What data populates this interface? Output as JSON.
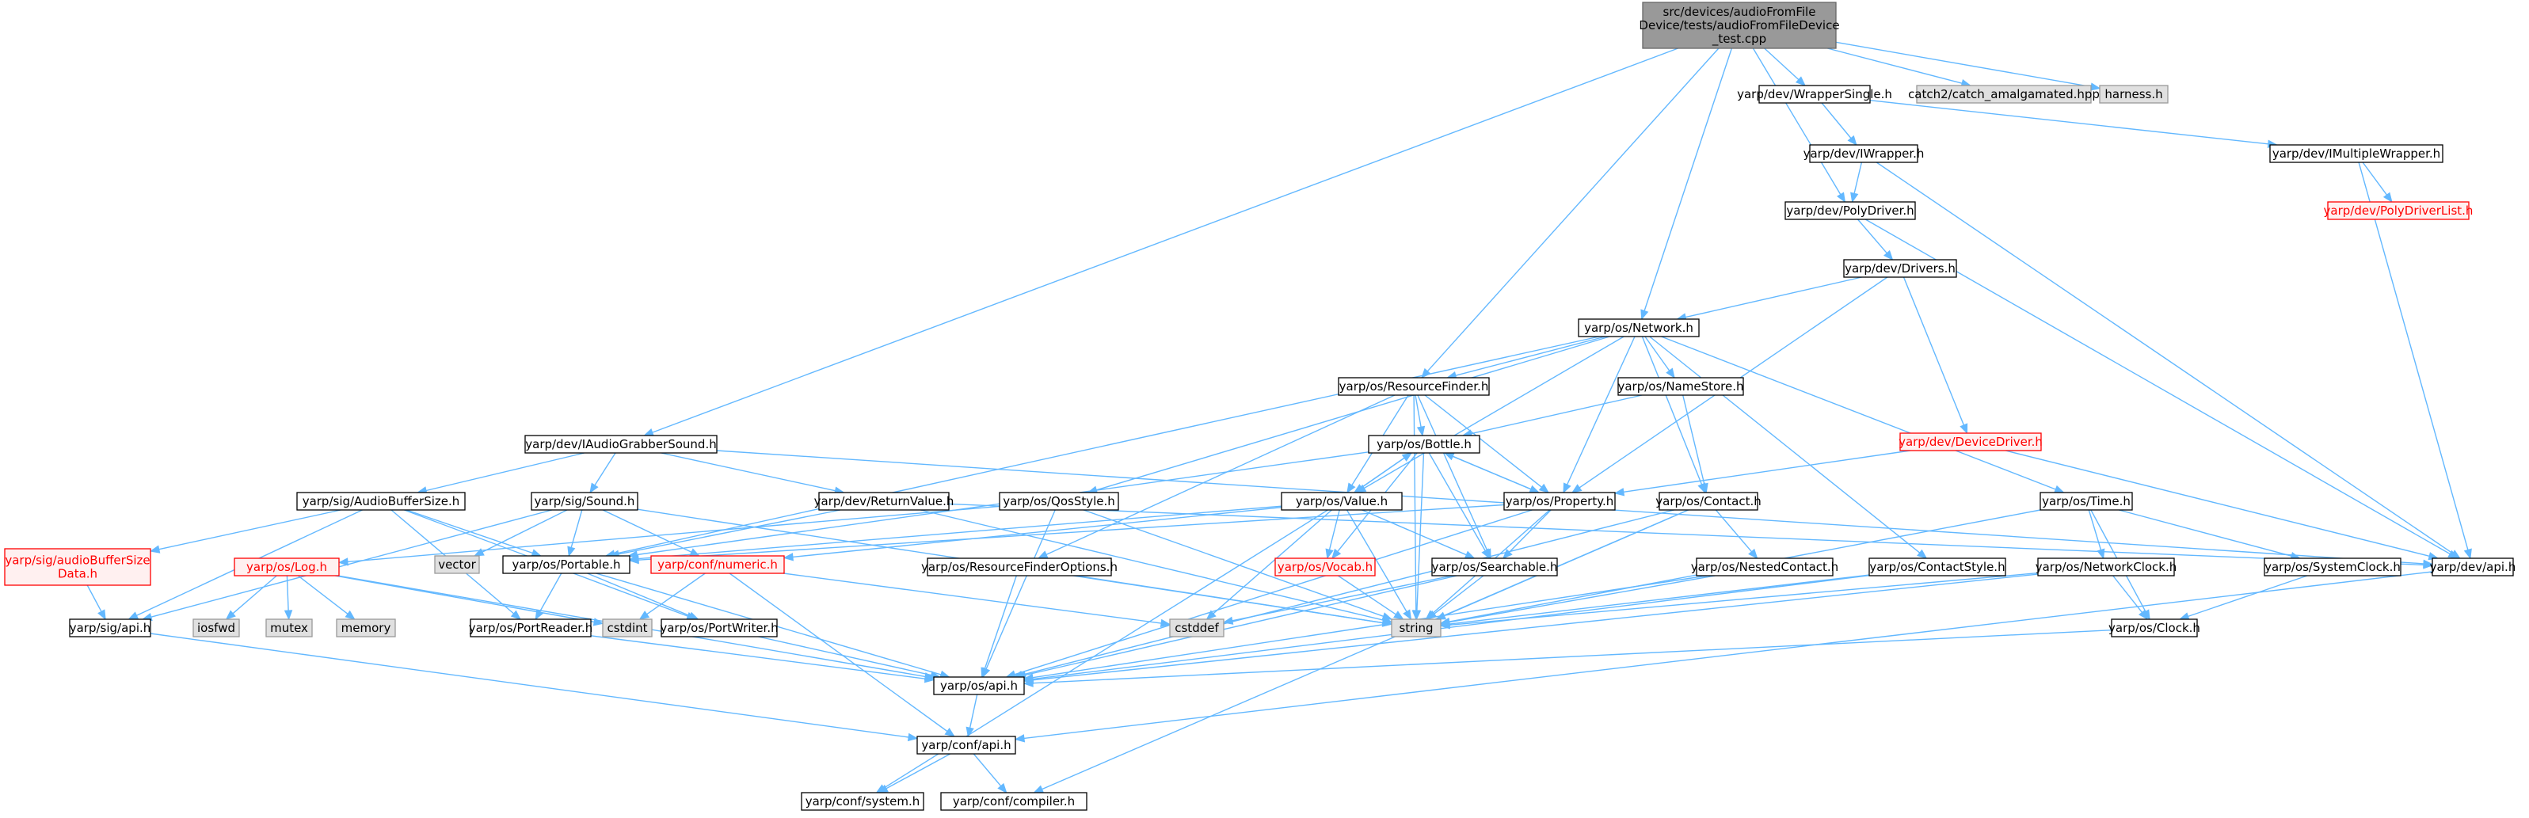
{
  "graph_title": "",
  "colors": {
    "edge": "#63b8ff",
    "root_fill": "#999999",
    "root_border": "#666666",
    "node_fill": "#ffffff",
    "node_border": "#000000",
    "external_fill": "#e0e0e0",
    "external_border": "#999999",
    "truncated_fill": "#fff0f0",
    "truncated_border": "#ff0000",
    "truncated_text": "#ff0000"
  },
  "nodes": [
    {
      "id": "root",
      "lines": [
        "src/devices/audioFromFile",
        "Device/tests/audioFromFileDevice",
        "_test.cpp"
      ],
      "kind": "root"
    },
    {
      "id": "wrappersingle",
      "lines": [
        "yarp/dev/WrapperSingle.h"
      ],
      "kind": "normal"
    },
    {
      "id": "catch2",
      "lines": [
        "catch2/catch_amalgamated.hpp"
      ],
      "kind": "external"
    },
    {
      "id": "harness",
      "lines": [
        "harness.h"
      ],
      "kind": "external"
    },
    {
      "id": "iwrapper",
      "lines": [
        "yarp/dev/IWrapper.h"
      ],
      "kind": "normal"
    },
    {
      "id": "imultiplewrapper",
      "lines": [
        "yarp/dev/IMultipleWrapper.h"
      ],
      "kind": "normal"
    },
    {
      "id": "polydriverlist",
      "lines": [
        "yarp/dev/PolyDriverList.h"
      ],
      "kind": "truncated"
    },
    {
      "id": "polydriver",
      "lines": [
        "yarp/dev/PolyDriver.h"
      ],
      "kind": "normal"
    },
    {
      "id": "drivers",
      "lines": [
        "yarp/dev/Drivers.h"
      ],
      "kind": "normal"
    },
    {
      "id": "network",
      "lines": [
        "yarp/os/Network.h"
      ],
      "kind": "normal"
    },
    {
      "id": "resourcefinder",
      "lines": [
        "yarp/os/ResourceFinder.h"
      ],
      "kind": "normal"
    },
    {
      "id": "namestore",
      "lines": [
        "yarp/os/NameStore.h"
      ],
      "kind": "normal"
    },
    {
      "id": "iaudiograbber",
      "lines": [
        "yarp/dev/IAudioGrabberSound.h"
      ],
      "kind": "normal"
    },
    {
      "id": "bottle",
      "lines": [
        "yarp/os/Bottle.h"
      ],
      "kind": "normal"
    },
    {
      "id": "devicedriver",
      "lines": [
        "yarp/dev/DeviceDriver.h"
      ],
      "kind": "truncated"
    },
    {
      "id": "audiobuffersize",
      "lines": [
        "yarp/sig/AudioBufferSize.h"
      ],
      "kind": "normal"
    },
    {
      "id": "sound",
      "lines": [
        "yarp/sig/Sound.h"
      ],
      "kind": "normal"
    },
    {
      "id": "returnvalue",
      "lines": [
        "yarp/dev/ReturnValue.h"
      ],
      "kind": "normal"
    },
    {
      "id": "qosstyle",
      "lines": [
        "yarp/os/QosStyle.h"
      ],
      "kind": "normal"
    },
    {
      "id": "value",
      "lines": [
        "yarp/os/Value.h"
      ],
      "kind": "normal"
    },
    {
      "id": "property",
      "lines": [
        "yarp/os/Property.h"
      ],
      "kind": "normal"
    },
    {
      "id": "contact",
      "lines": [
        "yarp/os/Contact.h"
      ],
      "kind": "normal"
    },
    {
      "id": "time",
      "lines": [
        "yarp/os/Time.h"
      ],
      "kind": "normal"
    },
    {
      "id": "audiobuffersizedata",
      "lines": [
        "yarp/sig/audioBufferSize",
        "Data.h"
      ],
      "kind": "truncated"
    },
    {
      "id": "log",
      "lines": [
        "yarp/os/Log.h"
      ],
      "kind": "truncated"
    },
    {
      "id": "vector",
      "lines": [
        "vector"
      ],
      "kind": "external"
    },
    {
      "id": "portable",
      "lines": [
        "yarp/os/Portable.h"
      ],
      "kind": "normal"
    },
    {
      "id": "numeric",
      "lines": [
        "yarp/conf/numeric.h"
      ],
      "kind": "truncated"
    },
    {
      "id": "resourcefinderoptions",
      "lines": [
        "yarp/os/ResourceFinderOptions.h"
      ],
      "kind": "normal"
    },
    {
      "id": "vocab",
      "lines": [
        "yarp/os/Vocab.h"
      ],
      "kind": "truncated"
    },
    {
      "id": "searchable",
      "lines": [
        "yarp/os/Searchable.h"
      ],
      "kind": "normal"
    },
    {
      "id": "nestedcontact",
      "lines": [
        "yarp/os/NestedContact.h"
      ],
      "kind": "normal"
    },
    {
      "id": "contactstyle",
      "lines": [
        "yarp/os/ContactStyle.h"
      ],
      "kind": "normal"
    },
    {
      "id": "networkclock",
      "lines": [
        "yarp/os/NetworkClock.h"
      ],
      "kind": "normal"
    },
    {
      "id": "systemclock",
      "lines": [
        "yarp/os/SystemClock.h"
      ],
      "kind": "normal"
    },
    {
      "id": "devapi",
      "lines": [
        "yarp/dev/api.h"
      ],
      "kind": "normal"
    },
    {
      "id": "sigapi",
      "lines": [
        "yarp/sig/api.h"
      ],
      "kind": "normal"
    },
    {
      "id": "iosfwd",
      "lines": [
        "iosfwd"
      ],
      "kind": "external"
    },
    {
      "id": "mutex",
      "lines": [
        "mutex"
      ],
      "kind": "external"
    },
    {
      "id": "memory",
      "lines": [
        "memory"
      ],
      "kind": "external"
    },
    {
      "id": "portreader",
      "lines": [
        "yarp/os/PortReader.h"
      ],
      "kind": "normal"
    },
    {
      "id": "cstdint",
      "lines": [
        "cstdint"
      ],
      "kind": "external"
    },
    {
      "id": "portwriter",
      "lines": [
        "yarp/os/PortWriter.h"
      ],
      "kind": "normal"
    },
    {
      "id": "cstddef",
      "lines": [
        "cstddef"
      ],
      "kind": "external"
    },
    {
      "id": "string",
      "lines": [
        "string"
      ],
      "kind": "external"
    },
    {
      "id": "clock",
      "lines": [
        "yarp/os/Clock.h"
      ],
      "kind": "normal"
    },
    {
      "id": "osapi",
      "lines": [
        "yarp/os/api.h"
      ],
      "kind": "normal"
    },
    {
      "id": "confapi",
      "lines": [
        "yarp/conf/api.h"
      ],
      "kind": "normal"
    },
    {
      "id": "system",
      "lines": [
        "yarp/conf/system.h"
      ],
      "kind": "normal"
    },
    {
      "id": "compiler",
      "lines": [
        "yarp/conf/compiler.h"
      ],
      "kind": "normal"
    }
  ],
  "edges": [
    [
      "root",
      "wrappersingle"
    ],
    [
      "root",
      "catch2"
    ],
    [
      "root",
      "harness"
    ],
    [
      "root",
      "polydriver"
    ],
    [
      "root",
      "network"
    ],
    [
      "root",
      "resourcefinder"
    ],
    [
      "root",
      "iaudiograbber"
    ],
    [
      "wrappersingle",
      "iwrapper"
    ],
    [
      "wrappersingle",
      "imultiplewrapper"
    ],
    [
      "iwrapper",
      "polydriver"
    ],
    [
      "iwrapper",
      "devapi"
    ],
    [
      "imultiplewrapper",
      "polydriverlist"
    ],
    [
      "imultiplewrapper",
      "devapi"
    ],
    [
      "polydriver",
      "drivers"
    ],
    [
      "polydriver",
      "devapi"
    ],
    [
      "drivers",
      "network"
    ],
    [
      "drivers",
      "property"
    ],
    [
      "drivers",
      "devicedriver"
    ],
    [
      "devicedriver",
      "property"
    ],
    [
      "devicedriver",
      "devapi"
    ],
    [
      "network",
      "namestore"
    ],
    [
      "network",
      "resourcefinder"
    ],
    [
      "network",
      "value"
    ],
    [
      "network",
      "property"
    ],
    [
      "network",
      "qosstyle"
    ],
    [
      "network",
      "portable"
    ],
    [
      "network",
      "contact"
    ],
    [
      "network",
      "contactstyle"
    ],
    [
      "network",
      "time"
    ],
    [
      "resourcefinder",
      "bottle"
    ],
    [
      "resourcefinder",
      "property"
    ],
    [
      "resourcefinder",
      "value"
    ],
    [
      "resourcefinder",
      "resourcefinderoptions"
    ],
    [
      "resourcefinder",
      "searchable"
    ],
    [
      "resourcefinder",
      "string"
    ],
    [
      "namestore",
      "bottle"
    ],
    [
      "namestore",
      "contact"
    ],
    [
      "iaudiograbber",
      "audiobuffersize"
    ],
    [
      "iaudiograbber",
      "sound"
    ],
    [
      "iaudiograbber",
      "returnvalue"
    ],
    [
      "iaudiograbber",
      "devapi"
    ],
    [
      "bottle",
      "property"
    ],
    [
      "bottle",
      "value"
    ],
    [
      "bottle",
      "portable"
    ],
    [
      "bottle",
      "searchable"
    ],
    [
      "bottle",
      "string"
    ],
    [
      "bottle",
      "vocab"
    ],
    [
      "audiobuffersize",
      "audiobuffersizedata"
    ],
    [
      "audiobuffersize",
      "portable"
    ],
    [
      "audiobuffersize",
      "sigapi"
    ],
    [
      "audiobuffersize",
      "portreader"
    ],
    [
      "audiobuffersize",
      "portwriter"
    ],
    [
      "sound",
      "vector"
    ],
    [
      "sound",
      "portable"
    ],
    [
      "sound",
      "sigapi"
    ],
    [
      "sound",
      "numeric"
    ],
    [
      "sound",
      "string"
    ],
    [
      "returnvalue",
      "portable"
    ],
    [
      "returnvalue",
      "string"
    ],
    [
      "returnvalue",
      "devapi"
    ],
    [
      "qosstyle",
      "osapi"
    ],
    [
      "qosstyle",
      "string"
    ],
    [
      "qosstyle",
      "log"
    ],
    [
      "value",
      "bottle"
    ],
    [
      "value",
      "portable"
    ],
    [
      "value",
      "searchable"
    ],
    [
      "value",
      "vocab"
    ],
    [
      "value",
      "numeric"
    ],
    [
      "value",
      "cstddef"
    ],
    [
      "value",
      "string"
    ],
    [
      "value",
      "system"
    ],
    [
      "property",
      "bottle"
    ],
    [
      "property",
      "searchable"
    ],
    [
      "property",
      "string"
    ],
    [
      "property",
      "osapi"
    ],
    [
      "property",
      "portable"
    ],
    [
      "contact",
      "nestedcontact"
    ],
    [
      "contact",
      "string"
    ],
    [
      "contact",
      "osapi"
    ],
    [
      "contact",
      "compiler"
    ],
    [
      "time",
      "networkclock"
    ],
    [
      "time",
      "systemclock"
    ],
    [
      "time",
      "clock"
    ],
    [
      "time",
      "string"
    ],
    [
      "audiobuffersizedata",
      "sigapi"
    ],
    [
      "log",
      "iosfwd"
    ],
    [
      "log",
      "mutex"
    ],
    [
      "log",
      "memory"
    ],
    [
      "log",
      "osapi"
    ],
    [
      "log",
      "cstdint"
    ],
    [
      "portable",
      "portreader"
    ],
    [
      "portable",
      "portwriter"
    ],
    [
      "portable",
      "osapi"
    ],
    [
      "numeric",
      "cstdint"
    ],
    [
      "numeric",
      "cstddef"
    ],
    [
      "numeric",
      "confapi"
    ],
    [
      "resourcefinderoptions",
      "string"
    ],
    [
      "resourcefinderoptions",
      "osapi"
    ],
    [
      "vocab",
      "string"
    ],
    [
      "searchable",
      "string"
    ],
    [
      "searchable",
      "osapi"
    ],
    [
      "searchable",
      "cstddef"
    ],
    [
      "nestedcontact",
      "string"
    ],
    [
      "nestedcontact",
      "osapi"
    ],
    [
      "contactstyle",
      "string"
    ],
    [
      "contactstyle",
      "osapi"
    ],
    [
      "networkclock",
      "clock"
    ],
    [
      "networkclock",
      "osapi"
    ],
    [
      "networkclock",
      "string"
    ],
    [
      "systemclock",
      "clock"
    ],
    [
      "clock",
      "osapi"
    ],
    [
      "devapi",
      "confapi"
    ],
    [
      "sigapi",
      "confapi"
    ],
    [
      "portreader",
      "osapi"
    ],
    [
      "portwriter",
      "osapi"
    ],
    [
      "osapi",
      "confapi"
    ],
    [
      "confapi",
      "system"
    ],
    [
      "confapi",
      "compiler"
    ]
  ]
}
